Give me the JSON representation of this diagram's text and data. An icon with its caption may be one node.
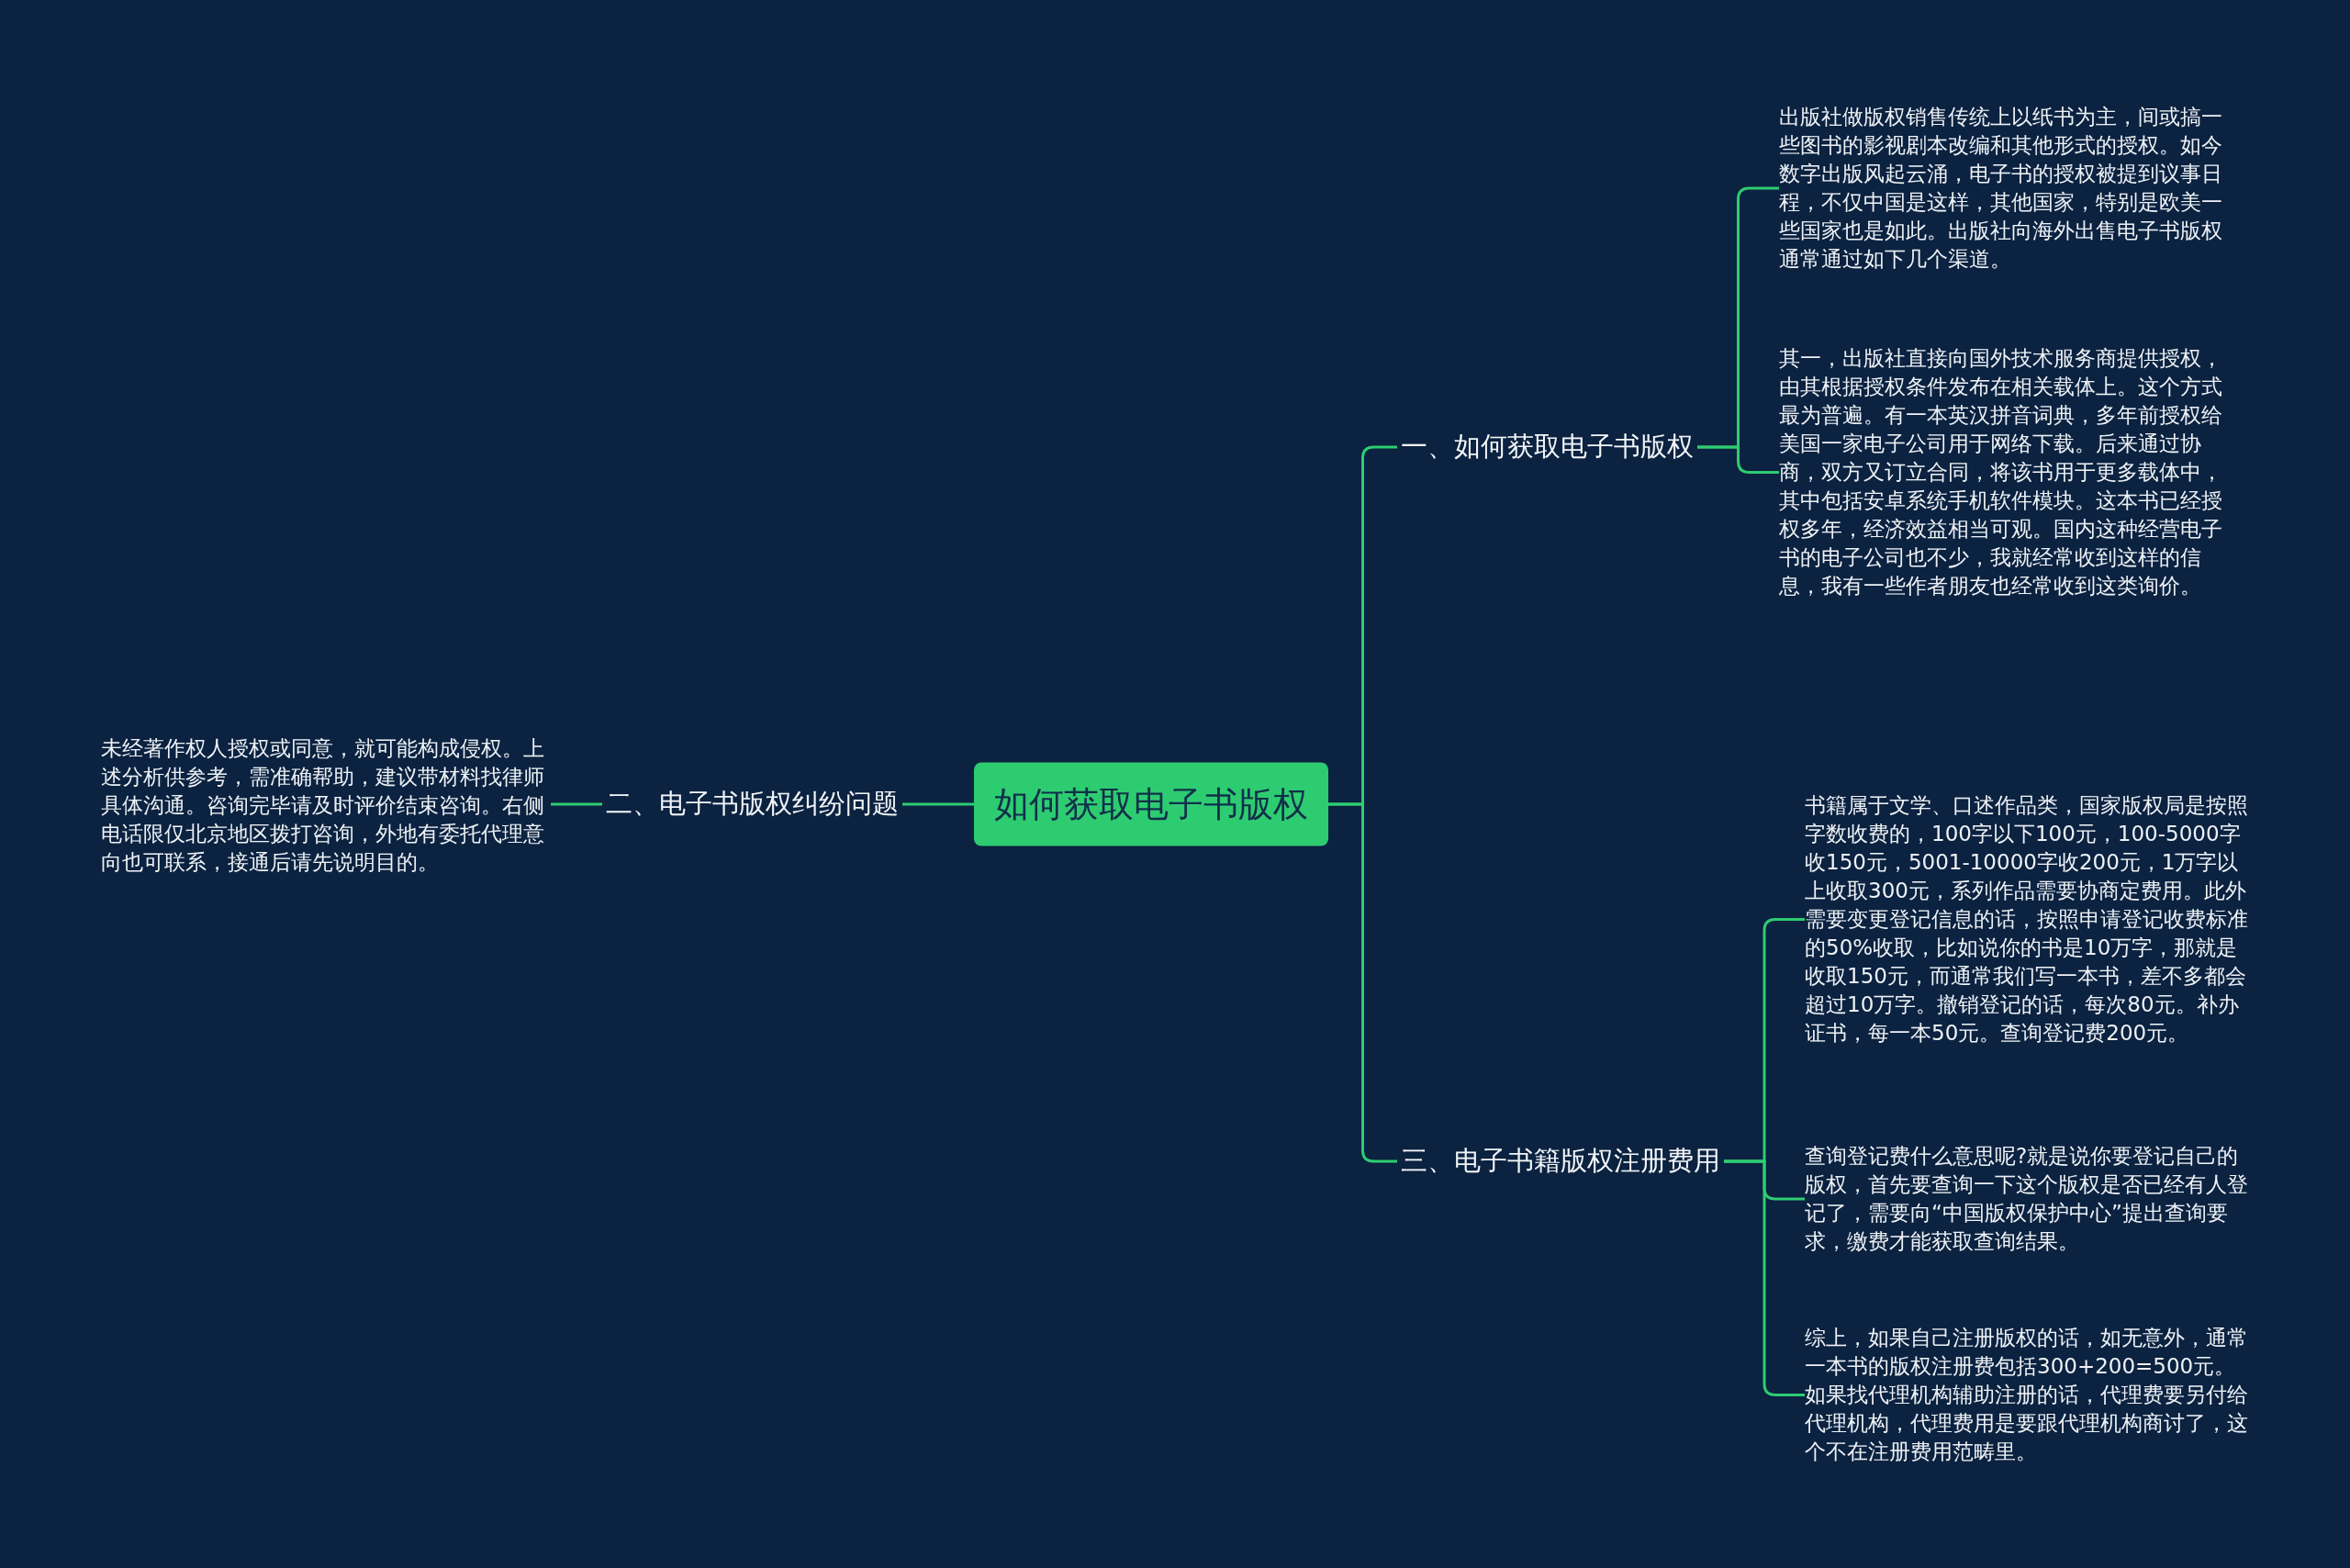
{
  "diagram": {
    "nodes": [
      {
        "text": [
          "如何获取电子书版权"
        ]
      },
      {
        "text": [
          "一、如何获取电子书版权"
        ]
      },
      {
        "text": [
          "出版社做版权销售传统上以纸书为主，间或搞一些图书的影视剧本改编和其他形式的授权。如今数字出版风起云涌，电子书的授权被提到议事日程，不仅中国是这样，其他国家，特别是欧美一些国家也是如此。出版社向海外出售电子书版权通常通过如下几个渠道。"
        ]
      },
      {
        "text": [
          "其一，出版社直接向国外技术服务商提供授权，由其根据授权条件发布在相关载体上。这个方式最为普遍。有一本英汉拼音词典，多年前授权给美国一家电子公司用于网络下载。后来通过协商，双方又订立合同，将该书用于更多载体中，其中包括安卓系统手机软件模块。这本书已经授权多年，经济效益相当可观。国内这种经营电子书的电子公司也不少，我就经常收到这样的信息，我有一些作者朋友也经常收到这类询价。"
        ]
      },
      {
        "text": [
          "二、电子书版权纠纷问题"
        ]
      },
      {
        "text": [
          "未经著作权人授权或同意，就可能构成侵权。上述分析供参考，需准确帮助，建议带材料找律师具体沟通。咨询完毕请及时评价结束咨询。右侧电话限仅北京地区拨打咨询，外地有委托代理意向也可联系，接通后请先说明目的。"
        ]
      },
      {
        "text": [
          "三、电子书籍版权注册费用"
        ]
      },
      {
        "text": [
          "书籍属于文学、口述作品类，国家版权局是按照字数收费的，100字以下100元，100-5000字收150元，5001-10000字收200元，1万字以上收取300元，系列作品需要协商定费用。此外需要变更登记信息的话，按照申请登记收费标准的50%收取，比如说你的书是10万字，那就是收取150元，而通常我们写一本书，差不多都会超过10万字。撤销登记的话，每次80元。补办证书，每一本50元。查询登记费200元。"
        ]
      },
      {
        "text": [
          "查询登记费什么意思呢?就是说你要登记自己的版权，首先要查询一下这个版权是否已经有人登记了，需要向“中国版权保护中心”提出查询要求，缴费才能获取查询结果。"
        ]
      },
      {
        "text": [
          "综上，如果自己注册版权的话，如无意外，通常一本书的版权注册费包括300+200=500元。如果找代理机构辅助注册的话，代理费要另付给代理机构，代理费用是要跟代理机构商讨了，这个不在注册费用范畴里。"
        ]
      }
    ],
    "edges": [
      {
        "from": 0,
        "to": 1,
        "arrow": "none"
      },
      {
        "from": 1,
        "to": 2,
        "arrow": "none"
      },
      {
        "from": 1,
        "to": 3,
        "arrow": "none"
      },
      {
        "from": 0,
        "to": 4,
        "arrow": "none"
      },
      {
        "from": 4,
        "to": 5,
        "arrow": "none"
      },
      {
        "from": 0,
        "to": 6,
        "arrow": "none"
      },
      {
        "from": 6,
        "to": 7,
        "arrow": "none"
      },
      {
        "from": 6,
        "to": 8,
        "arrow": "none"
      },
      {
        "from": 6,
        "to": 9,
        "arrow": "none"
      }
    ]
  }
}
